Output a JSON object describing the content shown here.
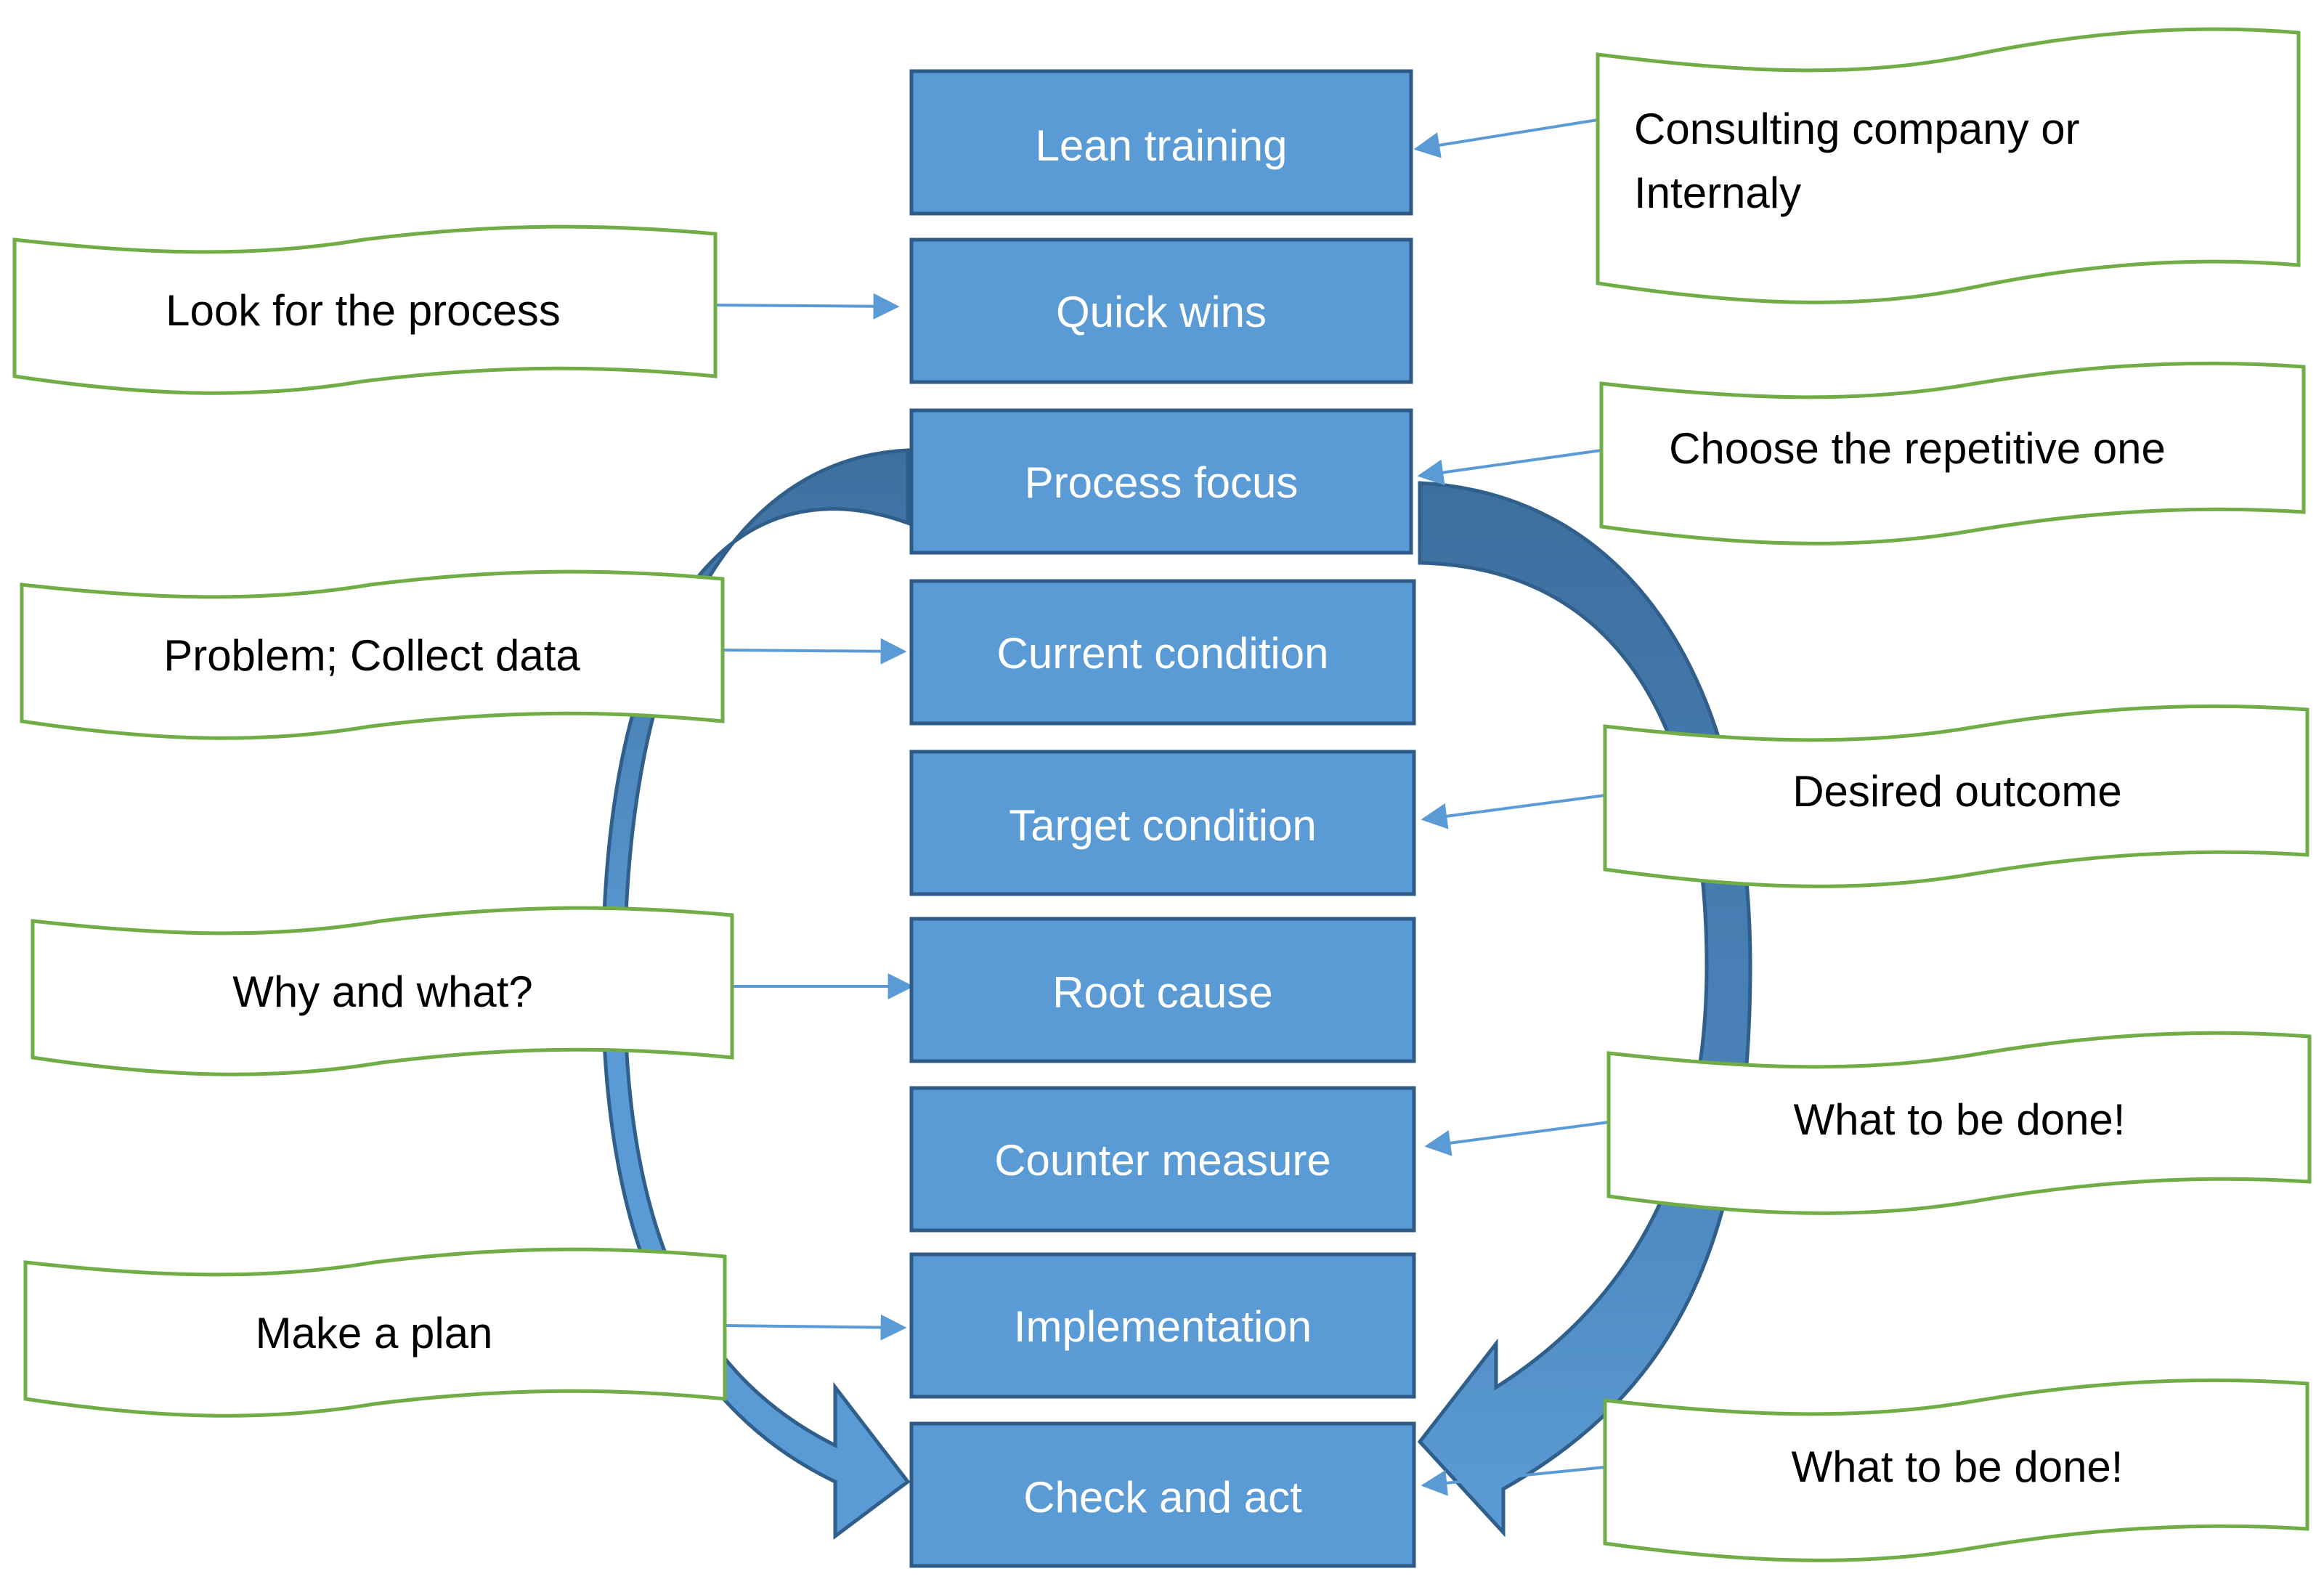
{
  "colors": {
    "step_fill": "#5b9bd5",
    "step_border": "#2e5a87",
    "note_border": "#70ad47",
    "arrow": "#5b9bd5",
    "loop_light": "#5b9bd5",
    "loop_dark": "#3d6f9e"
  },
  "steps": [
    {
      "label": "Lean training"
    },
    {
      "label": "Quick wins"
    },
    {
      "label": "Process focus"
    },
    {
      "label": "Current condition"
    },
    {
      "label": "Target condition"
    },
    {
      "label": "Root cause"
    },
    {
      "label": "Counter measure"
    },
    {
      "label": "Implementation"
    },
    {
      "label": "Check and act"
    }
  ],
  "notes_left": [
    {
      "label": "Look for the process"
    },
    {
      "label": "Problem; Collect data"
    },
    {
      "label": "Why and what?"
    },
    {
      "label": "Make a plan"
    }
  ],
  "notes_right": [
    {
      "lines": [
        "Consulting company or",
        "Internaly"
      ]
    },
    {
      "lines": [
        "Choose the repetitive one"
      ]
    },
    {
      "lines": [
        "Desired outcome"
      ]
    },
    {
      "lines": [
        "What to be done!"
      ]
    },
    {
      "lines": [
        "What to be done!"
      ]
    }
  ]
}
